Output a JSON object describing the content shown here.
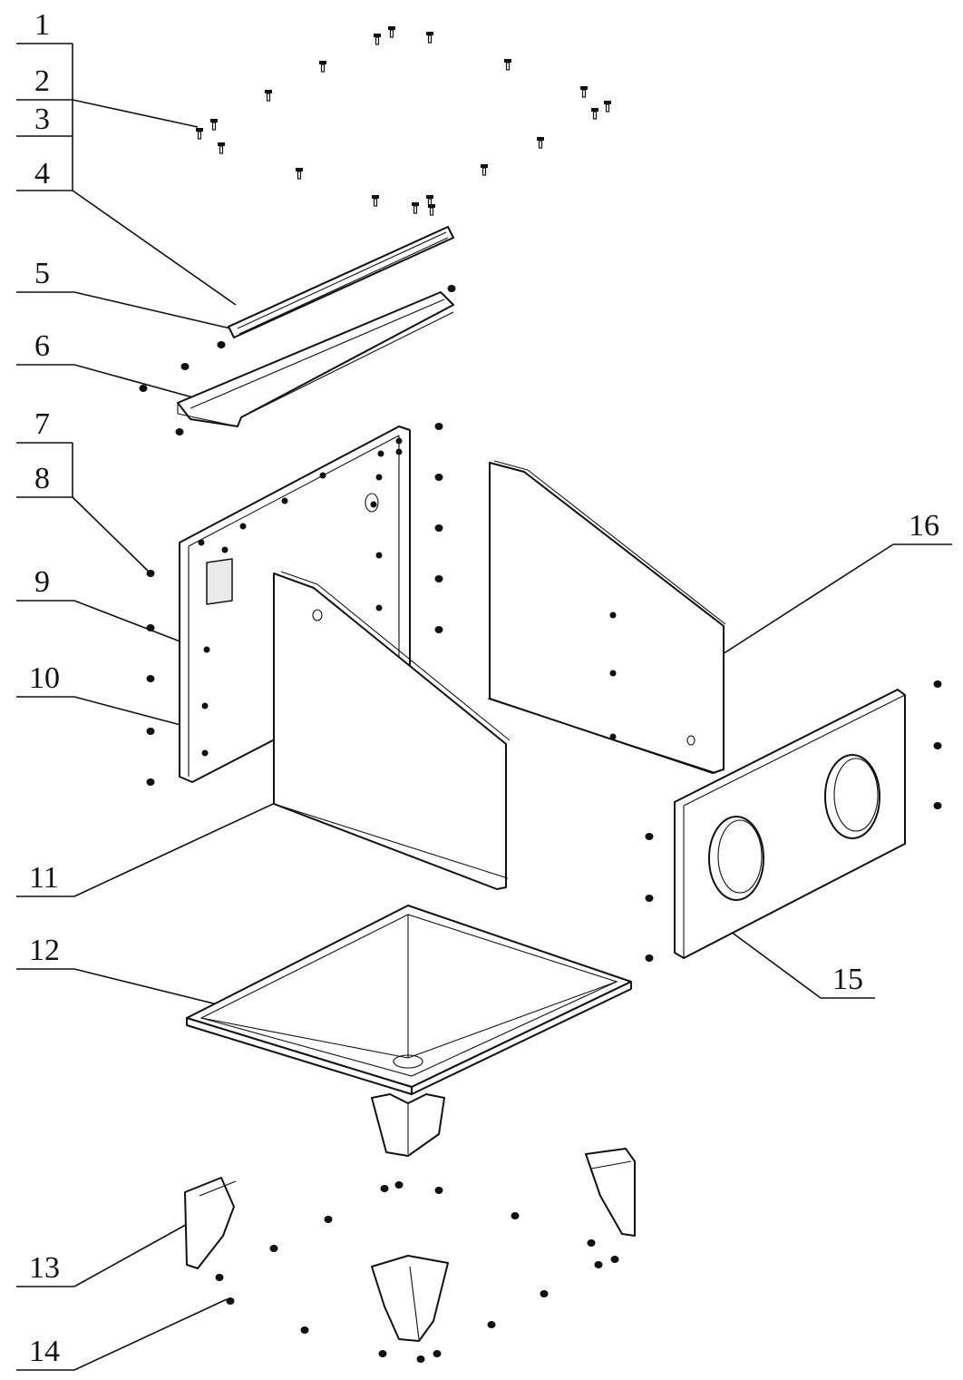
{
  "diagram": {
    "callouts": [
      {
        "id": "c1",
        "label": "1"
      },
      {
        "id": "c2",
        "label": "2"
      },
      {
        "id": "c3",
        "label": "3"
      },
      {
        "id": "c4",
        "label": "4"
      },
      {
        "id": "c5",
        "label": "5"
      },
      {
        "id": "c6",
        "label": "6"
      },
      {
        "id": "c7",
        "label": "7"
      },
      {
        "id": "c8",
        "label": "8"
      },
      {
        "id": "c9",
        "label": "9"
      },
      {
        "id": "c10",
        "label": "10"
      },
      {
        "id": "c11",
        "label": "11"
      },
      {
        "id": "c12",
        "label": "12"
      },
      {
        "id": "c13",
        "label": "13"
      },
      {
        "id": "c14",
        "label": "14"
      },
      {
        "id": "c15",
        "label": "15"
      },
      {
        "id": "c16",
        "label": "16"
      }
    ],
    "colors": {
      "line": "#111111",
      "background": "#ffffff",
      "shade": "#e9e9e9"
    }
  }
}
